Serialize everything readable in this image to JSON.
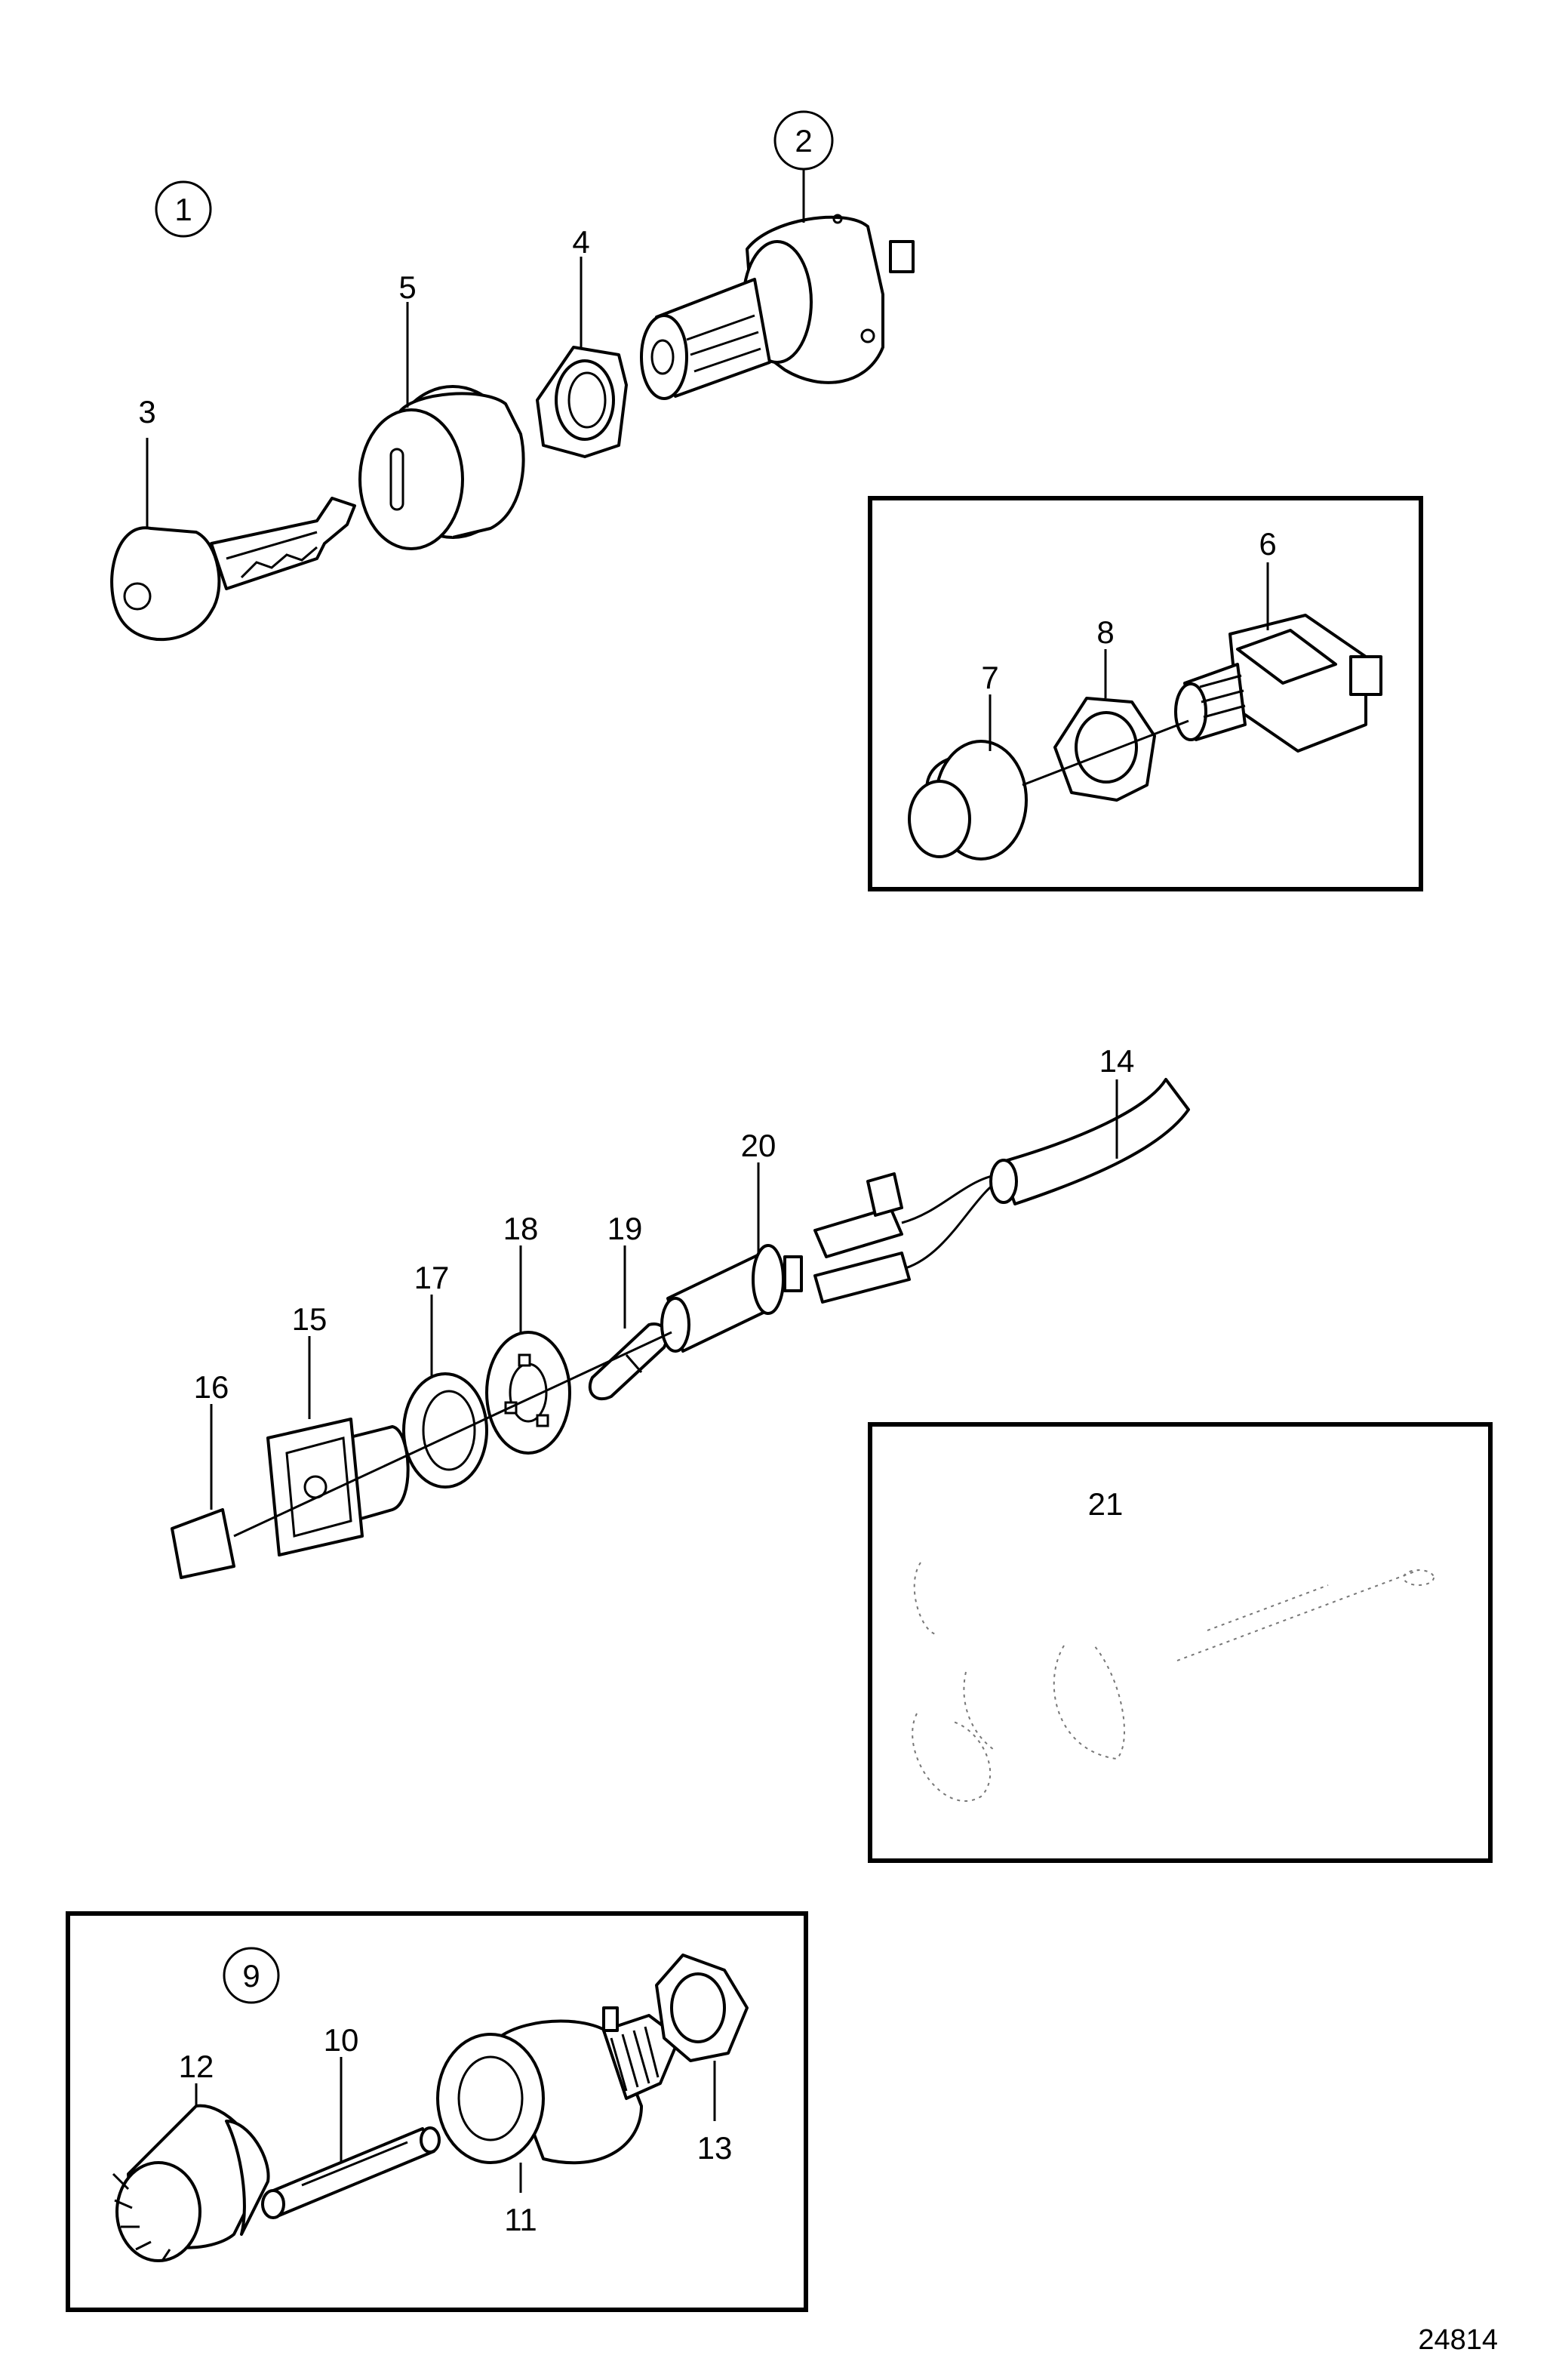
{
  "callouts": {
    "c1": "1",
    "c2": "2",
    "c3": "3",
    "c4": "4",
    "c5": "5",
    "c6": "6",
    "c7": "7",
    "c8": "8",
    "c9": "9",
    "c10": "10",
    "c11": "11",
    "c12": "12",
    "c13": "13",
    "c14": "14",
    "c15": "15",
    "c16": "16",
    "c17": "17",
    "c18": "18",
    "c19": "19",
    "c20": "20",
    "c21": "21"
  },
  "drawing_number": "24814"
}
